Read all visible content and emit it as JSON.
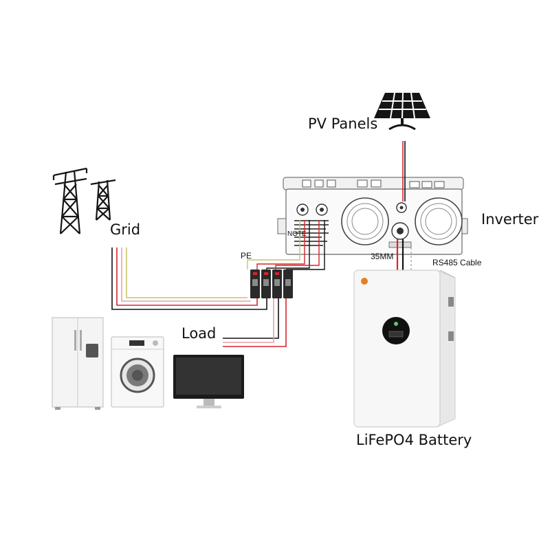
{
  "labels": {
    "pv_panels": "PV Panels",
    "inverter": "Inverter",
    "grid": "Grid",
    "load": "Load",
    "battery": "LiFePO4 Battery",
    "pe": "PE",
    "cable_35mm": "35MM",
    "rs485": "RS485 Cable"
  },
  "inverter_panel": {
    "note": "NOTE"
  },
  "icons": [
    "solar-panel-icon",
    "transmission-tower-icon",
    "refrigerator-icon",
    "washing-machine-icon",
    "monitor-icon",
    "battery-icon",
    "breaker-icon"
  ],
  "colors": {
    "wire_red": "#d9232d",
    "wire_black": "#111111",
    "wire_yellow_green": "#c8c46a",
    "wire_pink": "#e8a0a8",
    "rs485_dashed": "#aaaaaa"
  }
}
